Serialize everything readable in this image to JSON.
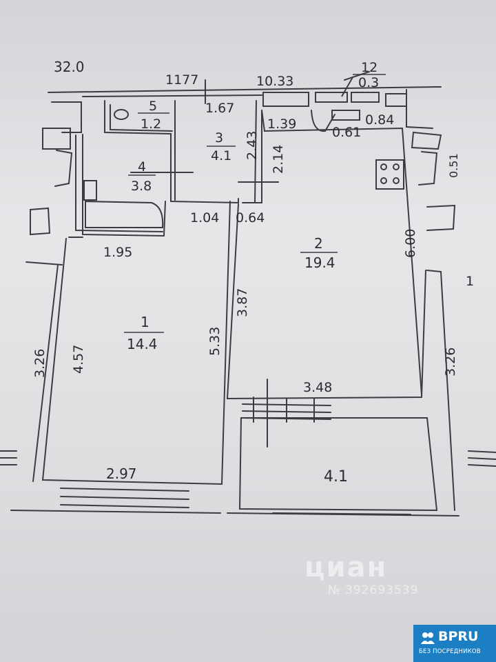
{
  "dimensions": {
    "top_total": "1177",
    "top_corridor": "10.33",
    "top_left_small": "32.0",
    "toilet_width": "1.67",
    "hall_height": "2.43",
    "hall_right": "2.14",
    "hall_bottom_left": "1.04",
    "hall_bottom_right": "0.64",
    "kitchen_top_left": "1.39",
    "kitchen_top_mid": "0.61",
    "kitchen_top_right": "0.84",
    "room1_top": "1.95",
    "room1_left": "4.57",
    "room1_right": "5.33",
    "room1_bottom": "2.97",
    "room2_left": "3.87",
    "room2_right": "6.00",
    "room2_bottom": "3.48",
    "outer_left": "3.26",
    "outer_right": "3.26",
    "right_mark": "1",
    "right_small_mark": "0.51"
  },
  "rooms": [
    {
      "number": "1",
      "area": "14.4"
    },
    {
      "number": "2",
      "area": "19.4"
    },
    {
      "number": "3",
      "area": "4.1"
    },
    {
      "number": "4",
      "area": "3.8"
    },
    {
      "number": "5",
      "area": "1.2"
    },
    {
      "number": "12",
      "area": "0.3"
    }
  ],
  "balcony_area": "4.1",
  "watermark": {
    "text": "циан",
    "id": "№ 392693539"
  },
  "badge": {
    "name": "BPRU",
    "subtitle": "БЕЗ ПОСРЕДНИКОВ",
    "color": "#1c7fc4"
  }
}
